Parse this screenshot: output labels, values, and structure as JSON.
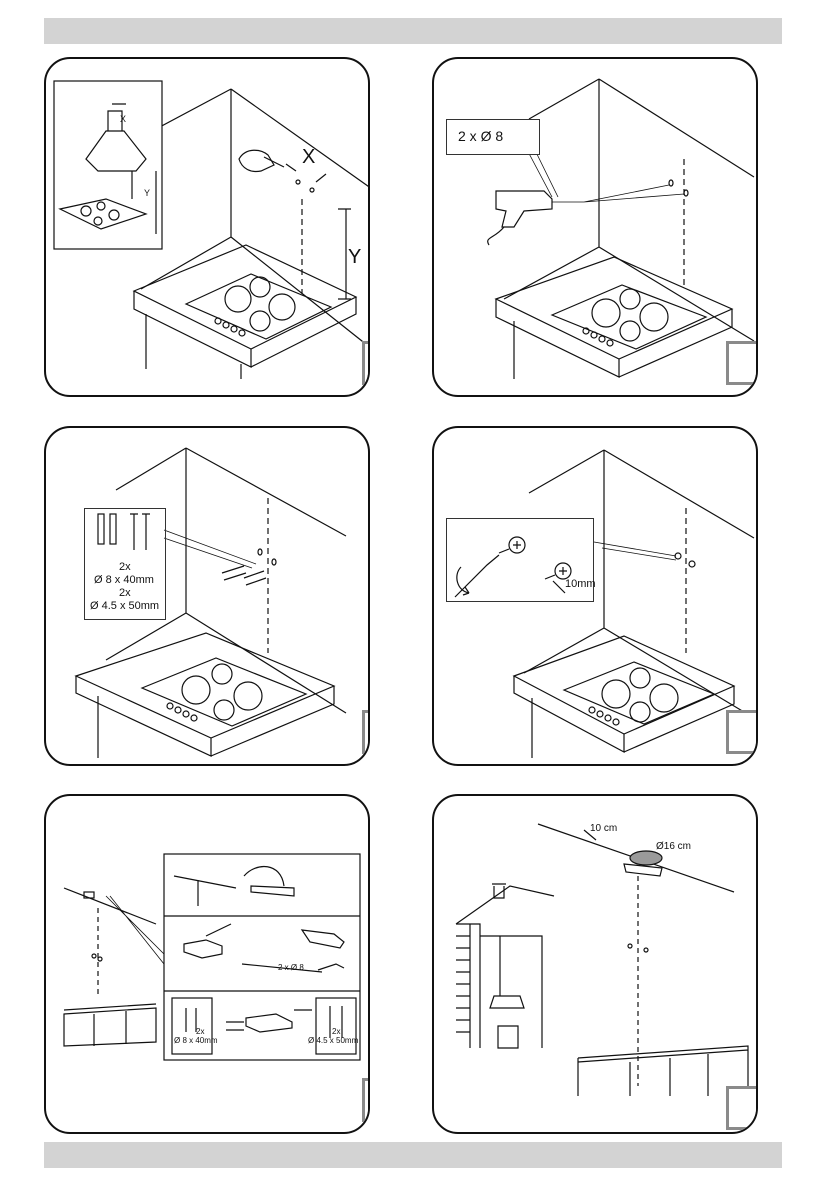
{
  "panel1": {
    "inset_x": "X",
    "inset_y": "Y",
    "dim_x": "X",
    "dim_y": "Y"
  },
  "panel2": {
    "callout": "2 x Ø 8"
  },
  "panel3": {
    "qty_1": "2x",
    "spec_1": "Ø 8 x 40mm",
    "qty_2": "2x",
    "spec_2": "Ø 4.5 x 50mm"
  },
  "panel4": {
    "gap": "10mm"
  },
  "panel5": {
    "drill_note": "2 x Ø 8",
    "plug_qty": "2x",
    "plug_spec": "Ø 8 x 40mm",
    "screw_qty": "2x",
    "screw_spec": "Ø 4.5 x 50mm"
  },
  "panel6": {
    "offset": "10 cm",
    "duct": "Ø16 cm"
  },
  "colors": {
    "header_bar": "#d3d3d3",
    "step_box_border": "#8a8a8a",
    "line": "#111111"
  }
}
